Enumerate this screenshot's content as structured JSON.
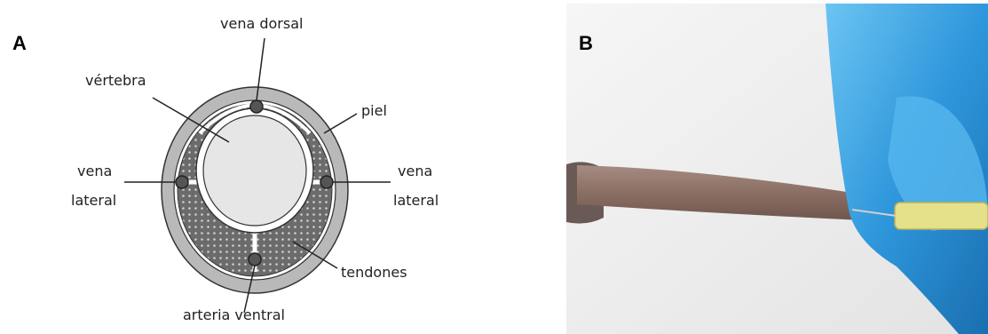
{
  "panel_a": {
    "letter": "A",
    "labels": {
      "vena_dorsal": "vena dorsal",
      "vertebra": "vértebra",
      "piel": "piel",
      "vena_lateral_left_1": "vena",
      "vena_lateral_left_2": "lateral",
      "vena_lateral_right_1": "vena",
      "vena_lateral_right_2": "lateral",
      "tendones": "tendones",
      "arteria_ventral": "arteria ventral"
    }
  },
  "panel_b": {
    "letter": "B"
  },
  "colors": {
    "glove": "#3aa3e4",
    "tail": "#8a6e63",
    "needle_hub": "#e5e08a",
    "background_photo": "#f1f1f1"
  }
}
